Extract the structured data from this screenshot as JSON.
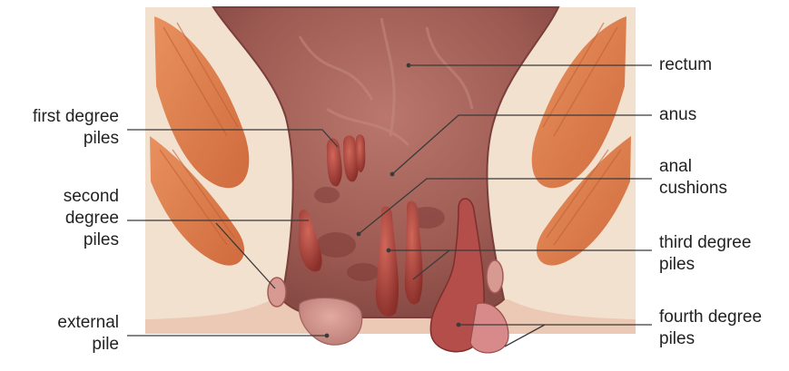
{
  "labels": {
    "first_degree_piles": "first degree\npiles",
    "second_degree_piles": "second\ndegree\npiles",
    "external_pile": "external\npile",
    "rectum": "rectum",
    "anus": "anus",
    "anal_cushions": "anal\ncushions",
    "third_degree_piles": "third degree\npiles",
    "fourth_degree_piles": "fourth degree\npiles"
  },
  "colors": {
    "background_panel": "#f3e1cf",
    "muscle": "#e0804f",
    "rectum_wall": "#b06a5f",
    "hemorrhoid": "#a8443b",
    "leader_line": "#3a3a3a"
  }
}
